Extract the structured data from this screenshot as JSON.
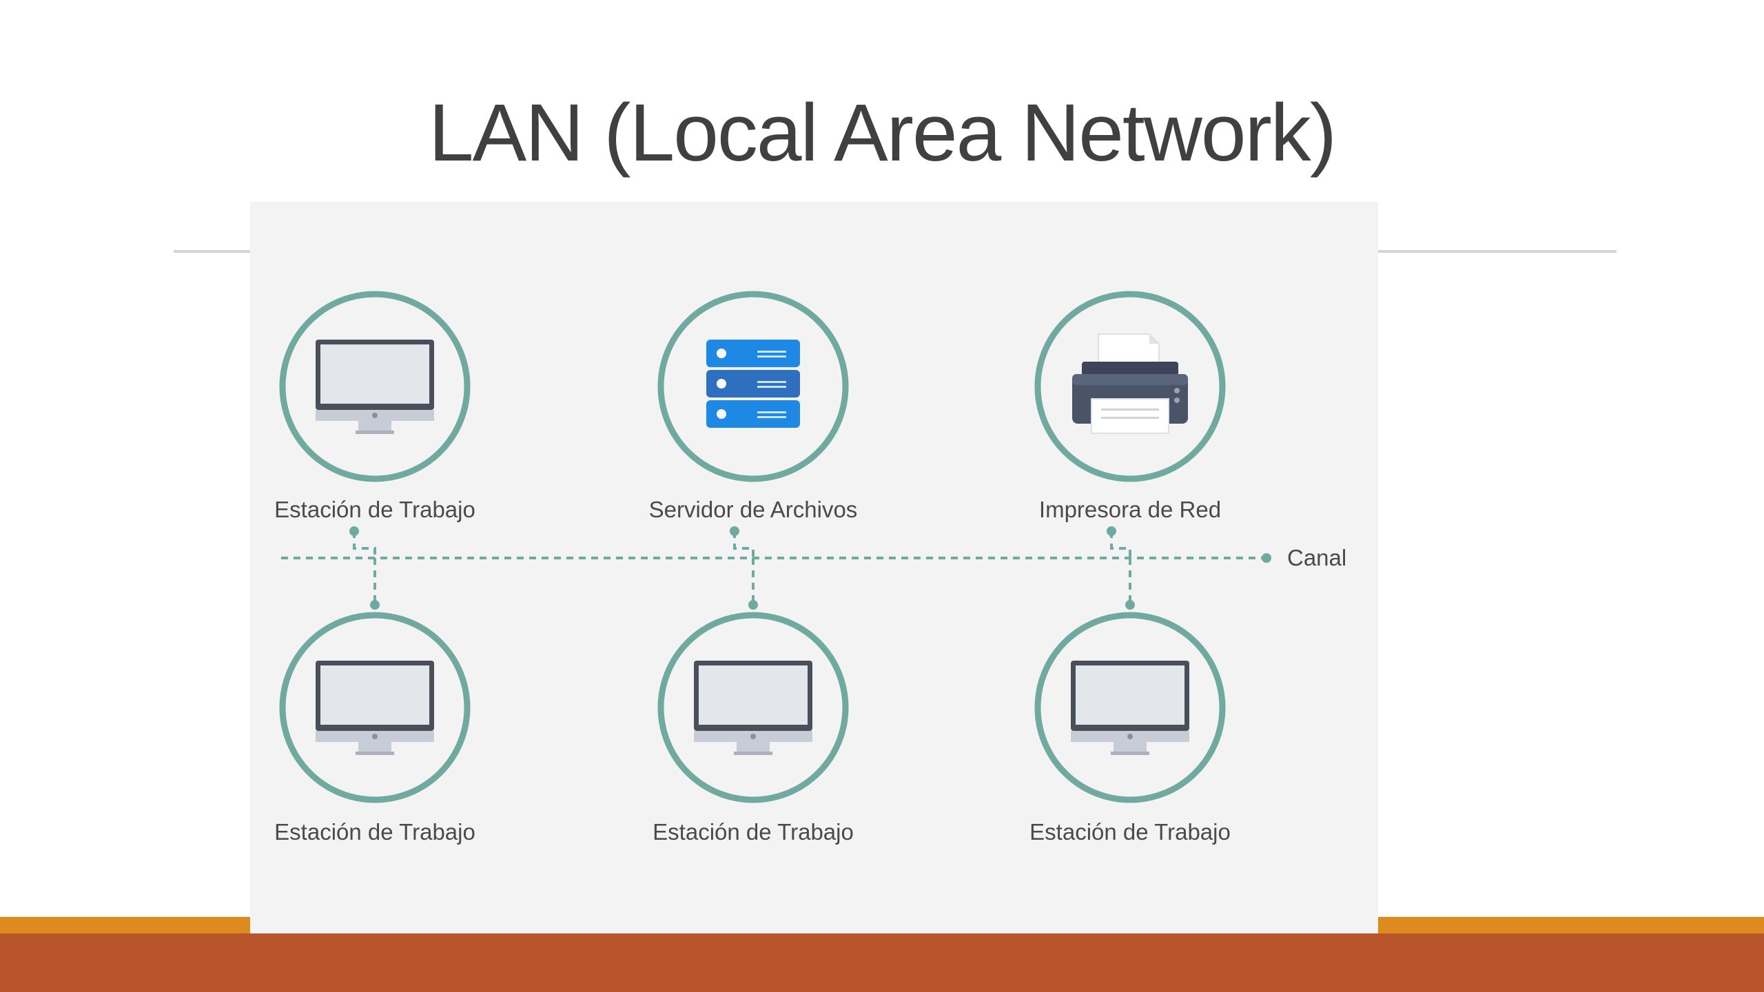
{
  "slide": {
    "title": "LAN (Local Area Network)"
  },
  "colors": {
    "ring": "#6fa9a0",
    "link": "#6fa9a0",
    "server_blue": "#1e88e5",
    "accent_orange": "#df8a1e",
    "accent_rust": "#b8552a"
  },
  "diagram": {
    "bus_label": "Canal",
    "top_nodes": [
      {
        "label": "Estación de Trabajo",
        "icon": "monitor-icon"
      },
      {
        "label": "Servidor de Archivos",
        "icon": "server-icon"
      },
      {
        "label": "Impresora de Red",
        "icon": "printer-icon"
      }
    ],
    "bottom_nodes": [
      {
        "label": "Estación de Trabajo",
        "icon": "monitor-icon"
      },
      {
        "label": "Estación de Trabajo",
        "icon": "monitor-icon"
      },
      {
        "label": "Estación de Trabajo",
        "icon": "monitor-icon"
      }
    ]
  }
}
